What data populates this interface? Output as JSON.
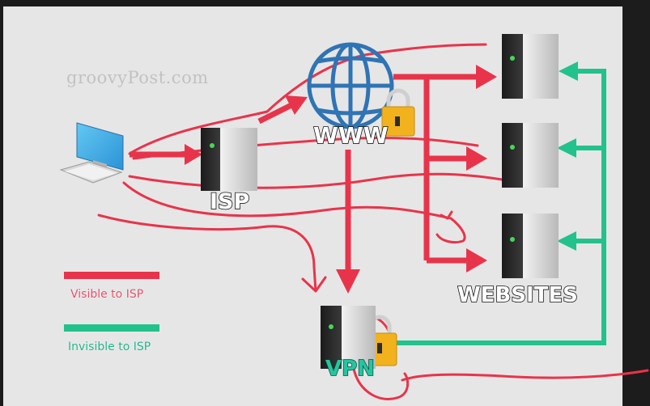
{
  "watermark": "groovyPost.com",
  "labels": {
    "www": "WWW",
    "isp": "ISP",
    "websites": "WEBSITES",
    "vpn": "VPN"
  },
  "legend": {
    "visible": "Visible to ISP",
    "invisible": "Invisible to ISP"
  },
  "colors": {
    "visible_line": "#e8344b",
    "invisible_line": "#22c28c",
    "globe": "#2f74b4",
    "lock": "#f2b21e",
    "server": "#2b2b2b",
    "server_led": "#48d657"
  },
  "icons": [
    "computer-icon",
    "globe-icon",
    "server-icon",
    "lock-icon"
  ]
}
